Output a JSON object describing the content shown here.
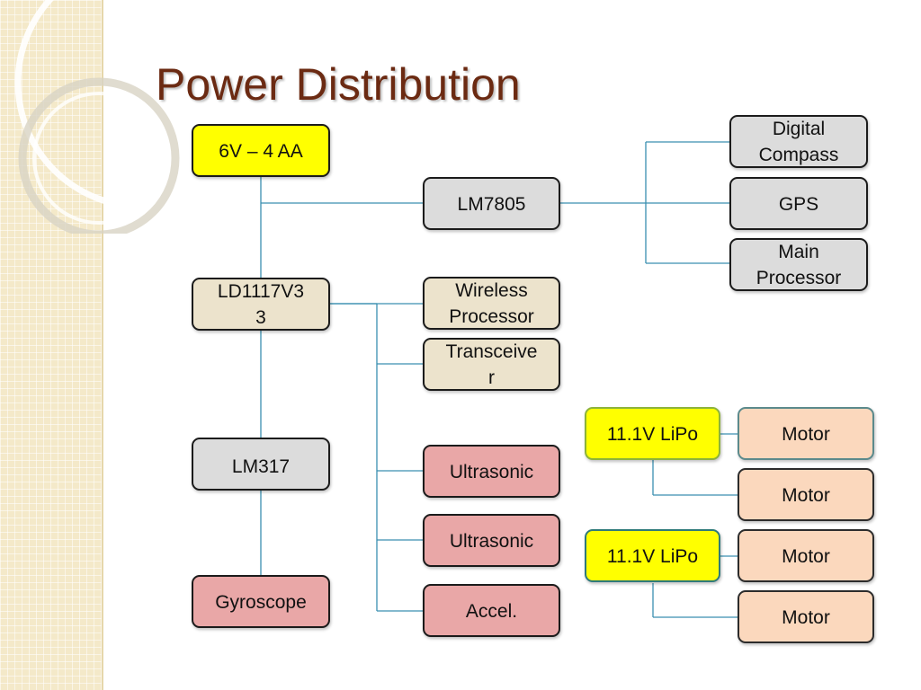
{
  "slide": {
    "title": "Power Distribution"
  },
  "diagram": {
    "nodes": {
      "aa6v": "6V – 4 AA",
      "ld1117": "LD1117V3\n3",
      "lm317": "LM317",
      "gyroscope": "Gyroscope",
      "lm7805": "LM7805",
      "wireless_processor": "Wireless\nProcessor",
      "transceiver": "Transceive\nr",
      "ultrasonic_1": "Ultrasonic",
      "ultrasonic_2": "Ultrasonic",
      "accel": "Accel.",
      "digital_compass": "Digital\nCompass",
      "gps": "GPS",
      "main_processor": "Main\nProcessor",
      "lipo_1": "11.1V LiPo",
      "lipo_2": "11.1V LiPo",
      "motor_1": "Motor",
      "motor_2": "Motor",
      "motor_3": "Motor",
      "motor_4": "Motor"
    },
    "colors": {
      "connector": "#3a8fb0",
      "battery": "#ffff00",
      "regulator": "#ece3cc",
      "module": "#dcdcdc",
      "sensor": "#e9a7a7",
      "motor": "#fbd8bd",
      "title": "#6b2a12"
    }
  }
}
